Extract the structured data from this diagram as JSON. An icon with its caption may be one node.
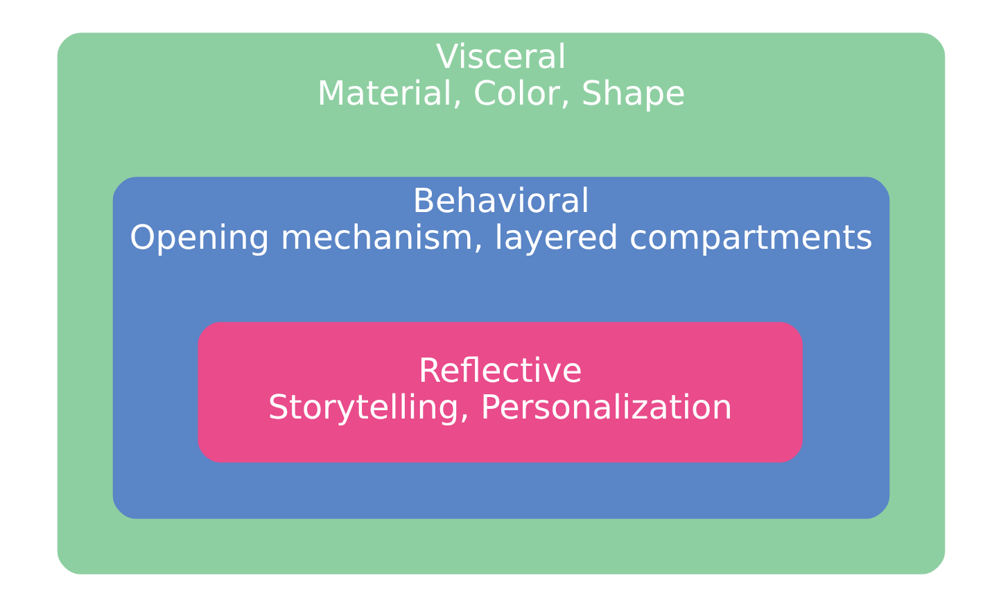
{
  "diagram": {
    "nodes": [
      {
        "text": [
          "Visceral",
          "Material, Color, Shape"
        ]
      },
      {
        "text": [
          "Behavioral",
          "Opening mechanism, layered compartments"
        ],
        "in": 0
      },
      {
        "text": [
          "Reflective",
          "Storytelling, Personalization"
        ],
        "in": 1
      }
    ]
  }
}
